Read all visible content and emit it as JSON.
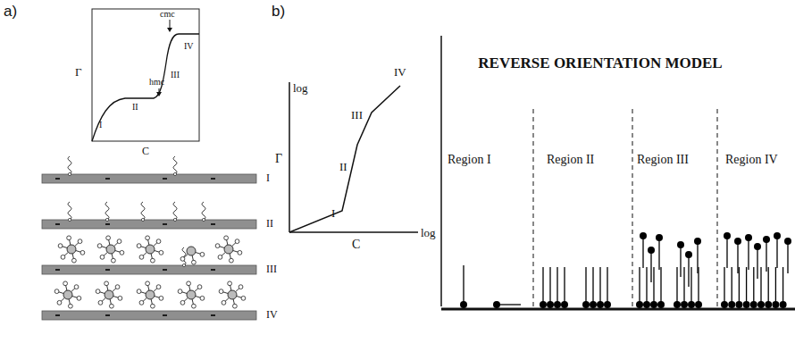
{
  "diagram": {
    "title": "REVERSE ORIENTATION MODEL",
    "labels": [
      "a)",
      "b)",
      "Γ",
      "C",
      "hmc",
      "cmc",
      "I",
      "II",
      "III",
      "IV",
      "I",
      "II",
      "III",
      "IV",
      "log",
      "Γ",
      "C",
      "log",
      "I",
      "II",
      "III",
      "IV",
      "Region I",
      "Region II",
      "Region III",
      "Region IV"
    ]
  }
}
